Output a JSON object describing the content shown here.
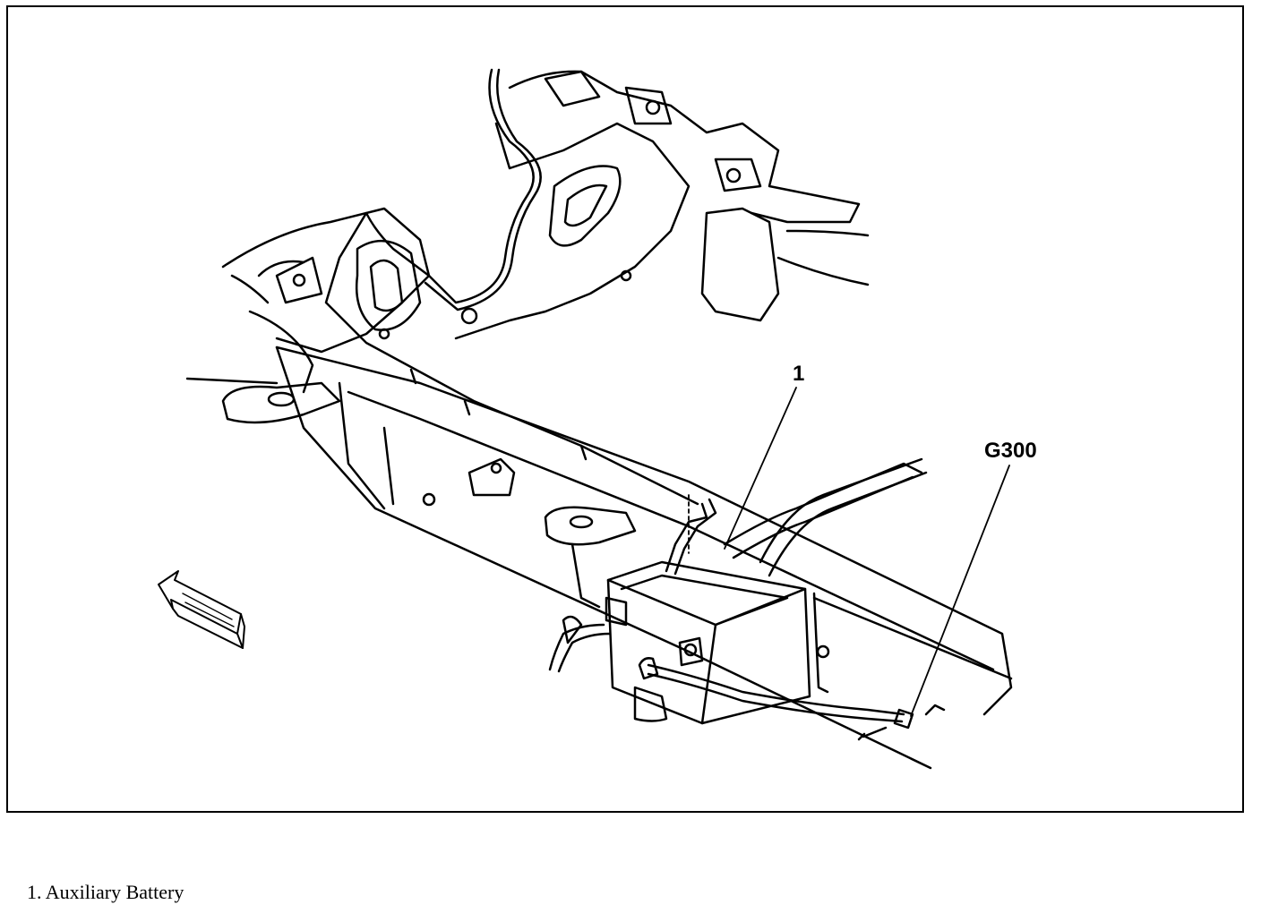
{
  "diagram": {
    "callouts": {
      "item_1": "1",
      "ground": "G300"
    },
    "direction_arrow_icon": "front-arrow-icon",
    "line_color": "#000000",
    "background_color": "#ffffff"
  },
  "legend": {
    "items": [
      {
        "text": "1. Auxiliary Battery"
      }
    ]
  }
}
